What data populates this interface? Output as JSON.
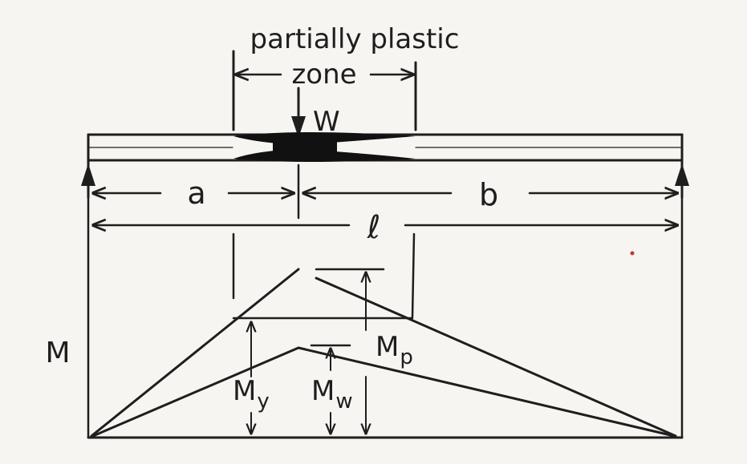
{
  "labels": {
    "zone_line1": "partially plastic",
    "zone_line2": "zone",
    "load": "W",
    "span_a": "a",
    "span_b": "b",
    "span_l": "ℓ",
    "moment_axis": "M",
    "moment_yield": "M",
    "moment_yield_sub": "y",
    "moment_applied": "M",
    "moment_applied_sub": "w",
    "moment_plastic": "M",
    "moment_plastic_sub": "p"
  },
  "colors": {
    "ink": "#1e1e1e",
    "paper": "#f7f5f1",
    "plastic_fill": "#111111",
    "red_dot": "#c0392b"
  }
}
